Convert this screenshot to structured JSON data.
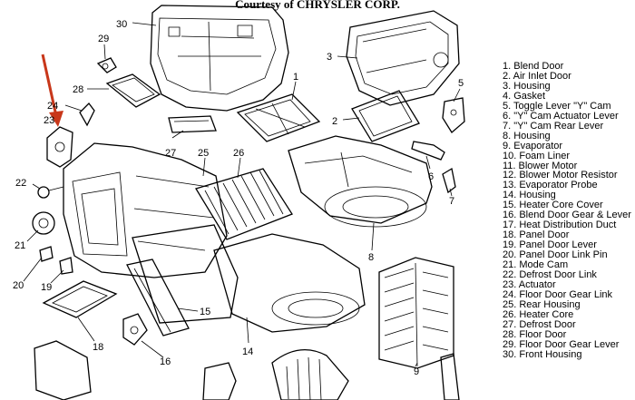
{
  "header": {
    "courtesy": "Courtesy of CHRYSLER CORP."
  },
  "legend": [
    "1. Blend Door",
    "2. Air Inlet Door",
    "3. Housing",
    "4. Gasket",
    "5. Toggle Lever \"Y\" Cam",
    "6. \"Y\" Cam Actuator Lever",
    "7. \"Y\" Cam Rear Lever",
    "8. Housing",
    "9. Evaporator",
    "10. Foam Liner",
    "11. Blower Motor",
    "12. Blower Motor Resistor",
    "13. Evaporator Probe",
    "14. Housing",
    "15. Heater Core Cover",
    "16. Blend Door Gear & Lever",
    "17. Heat Distribution Duct",
    "18. Panel Door",
    "19. Panel Door Lever",
    "20. Panel Door Link Pin",
    "21. Mode Cam",
    "22. Defrost Door Link",
    "23. Actuator",
    "24. Floor Door Gear Link",
    "25. Rear Housing",
    "26. Heater Core",
    "27. Defrost Door",
    "28. Floor Door",
    "29. Floor Door Gear Lever",
    "30. Front Housing"
  ],
  "callouts": [
    "30",
    "29",
    "28",
    "27",
    "25",
    "26",
    "1",
    "3",
    "2",
    "5",
    "24",
    "23",
    "22",
    "21",
    "20",
    "19",
    "6",
    "7",
    "8",
    "15",
    "18",
    "16",
    "14",
    "9"
  ],
  "colors": {
    "arrow": "#c8371a",
    "ink": "#000000",
    "background": "#ffffff"
  }
}
